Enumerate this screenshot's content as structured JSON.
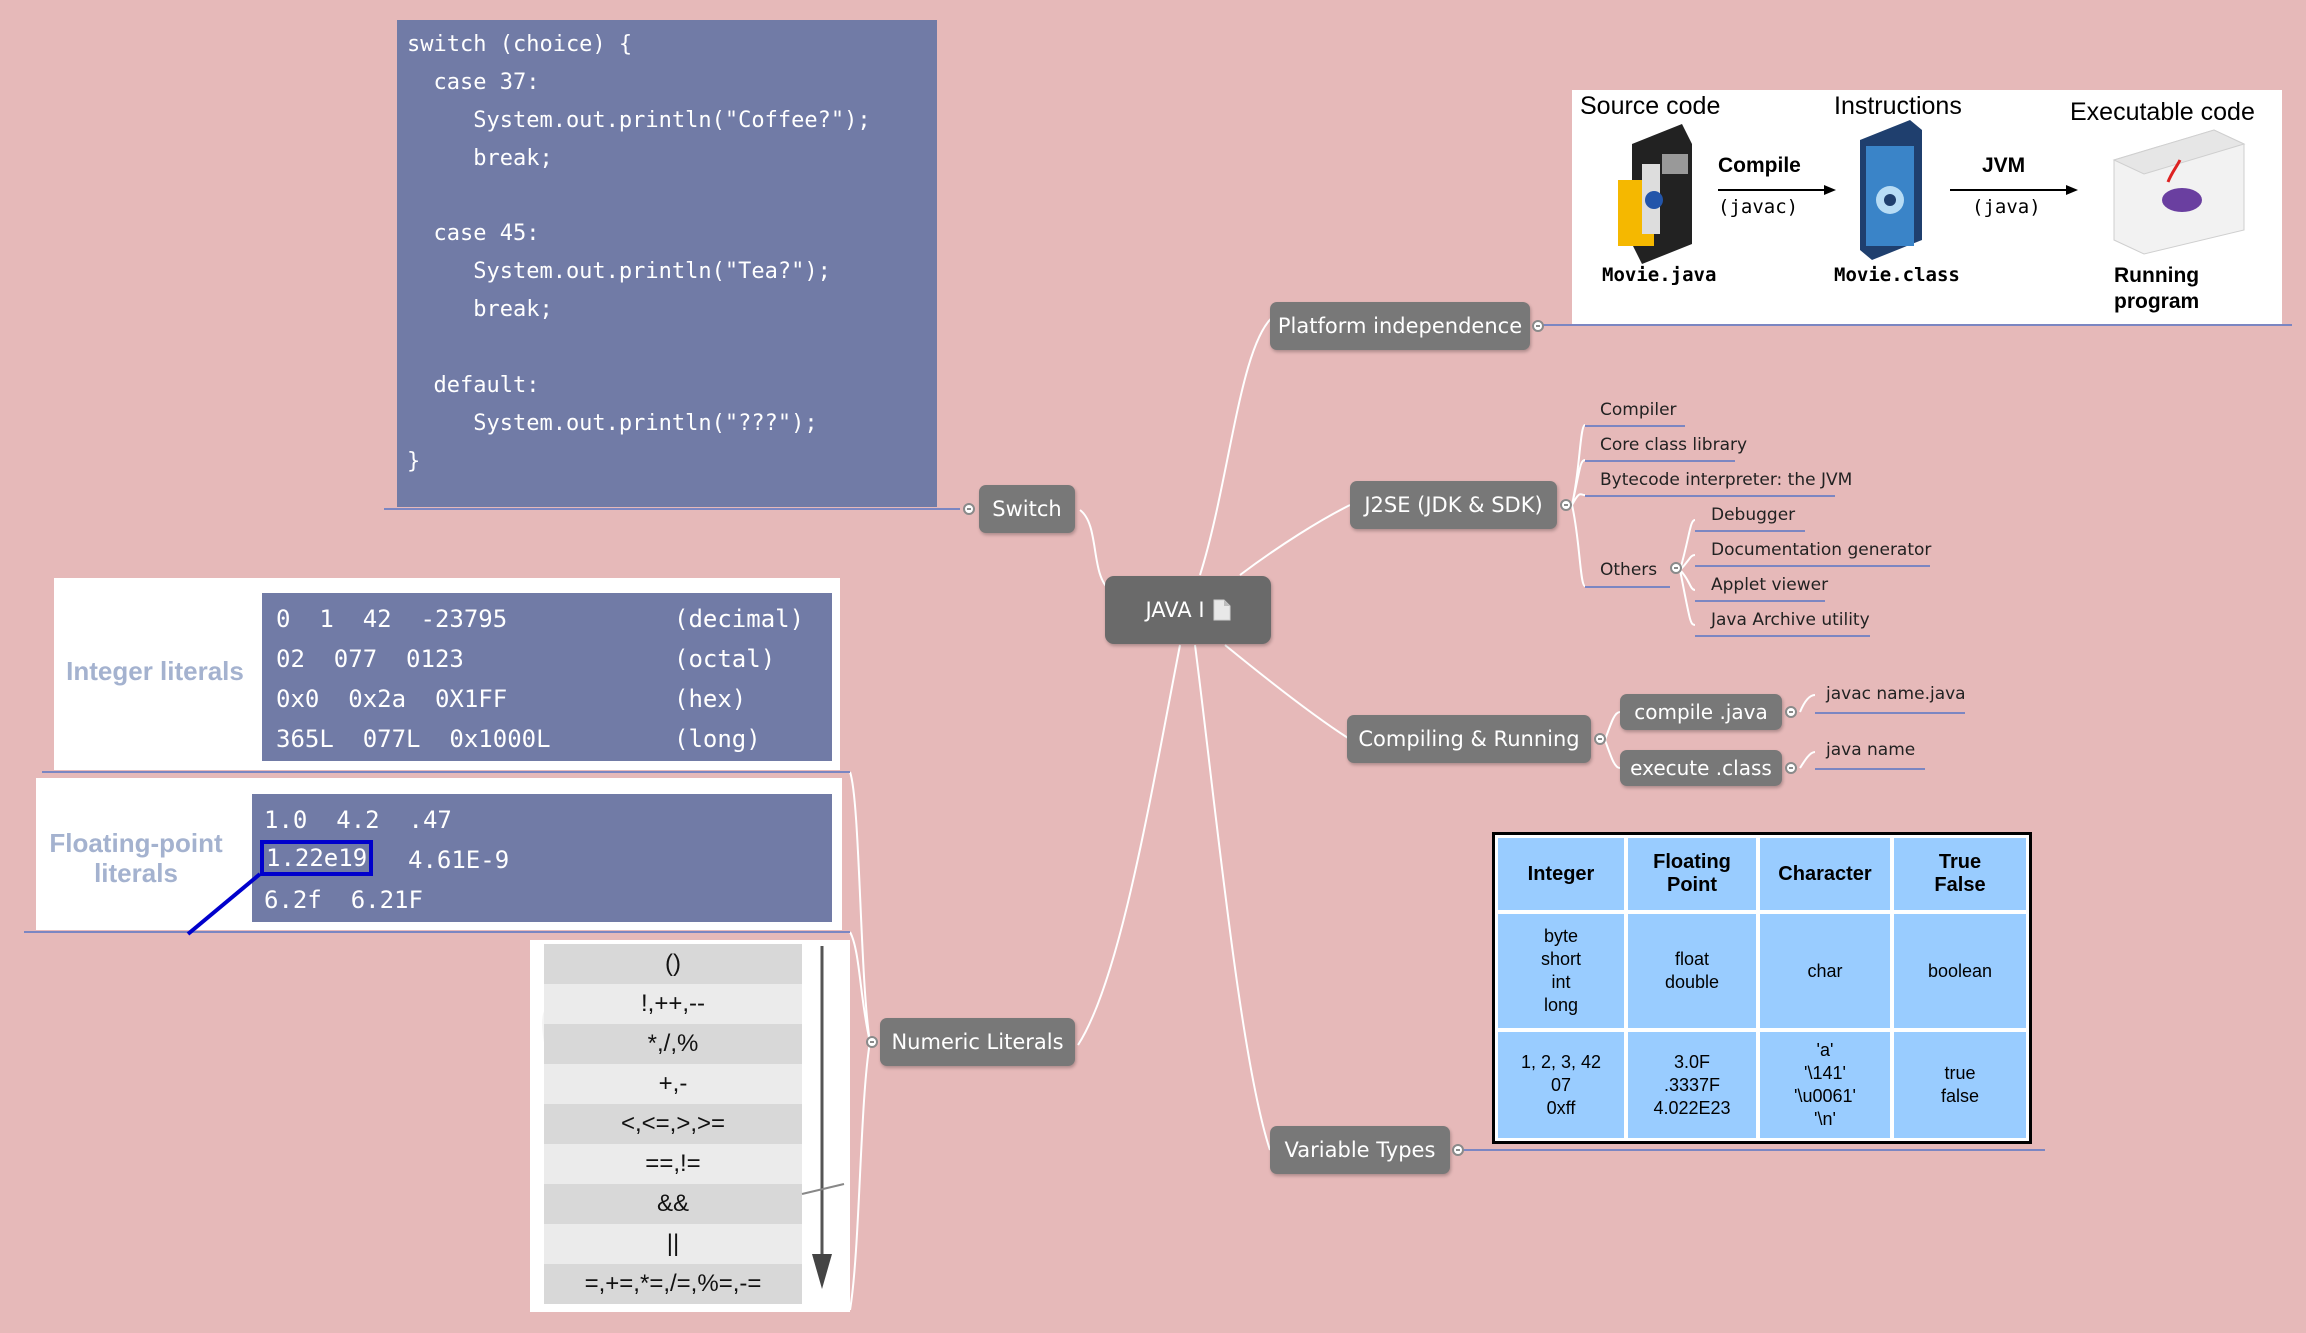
{
  "colors": {
    "background": "#e6b9b9",
    "node": "#787878",
    "code_bg": "#717ba6",
    "table_cell": "#99ccff",
    "highlight": "#0000cc"
  },
  "central": {
    "label": "JAVA I",
    "icon": "document-icon"
  },
  "branches": {
    "platform": "Platform independence",
    "j2se": "J2SE (JDK & SDK)",
    "compiling": "Compiling & Running",
    "variable_types": "Variable Types",
    "numeric_literals": "Numeric Literals",
    "switch": "Switch"
  },
  "j2se_items": {
    "compiler": "Compiler",
    "core": "Core class library",
    "bytecode": "Bytecode interpreter: the JVM",
    "others": "Others",
    "debugger": "Debugger",
    "docgen": "Documentation generator",
    "applet": "Applet viewer",
    "jar": "Java Archive utility"
  },
  "compiling_items": {
    "compile": "compile .java",
    "compile_cmd": "javac name.java",
    "execute": "execute .class",
    "execute_cmd": "java name"
  },
  "switch_code": [
    "switch (choice) {",
    "  case 37:",
    "     System.out.println(\"Coffee?\");",
    "     break;",
    "",
    "  case 45:",
    "     System.out.println(\"Tea?\");",
    "     break;",
    "",
    "  default:",
    "     System.out.println(\"???\");",
    "}"
  ],
  "integer_literals": {
    "label": "Integer literals",
    "rows": [
      {
        "values": "0  1  42  -23795",
        "kind": "(decimal)"
      },
      {
        "values": "02  077  0123",
        "kind": "(octal)"
      },
      {
        "values": "0x0  0x2a  0X1FF",
        "kind": "(hex)"
      },
      {
        "values": "365L  077L  0x1000L",
        "kind": "(long)"
      }
    ]
  },
  "float_literals": {
    "label": "Floating-point literals",
    "rows": [
      "1.0  4.2  .47",
      "4.61E-9",
      "6.2f  6.21F"
    ],
    "highlighted": "1.22e19"
  },
  "operator_precedence": [
    "()",
    "!,++,--",
    "*,/,%",
    "+,-",
    "<,<=,>,>=",
    "==,!=",
    "&&",
    "||",
    "=,+=,*=,/=,%=,-="
  ],
  "platform_image": {
    "source_title": "Source code",
    "instructions_title": "Instructions",
    "executable_title": "Executable code",
    "compile": "Compile",
    "javac": "(javac)",
    "jvm": "JVM",
    "java": "(java)",
    "source_file": "Movie.java",
    "class_file": "Movie.class",
    "running_1": "Running",
    "running_2": "program"
  },
  "variable_table": {
    "headers": [
      "Integer",
      "Floating\nPoint",
      "Character",
      "True\nFalse"
    ],
    "types": [
      "byte\nshort\nint\nlong",
      "float\ndouble",
      "char",
      "boolean"
    ],
    "examples": [
      "1, 2, 3, 42\n07\n0xff",
      "3.0F\n.3337F\n4.022E23",
      "'a'\n'\\141'\n'\\u0061'\n'\\n'",
      "true\nfalse"
    ]
  }
}
